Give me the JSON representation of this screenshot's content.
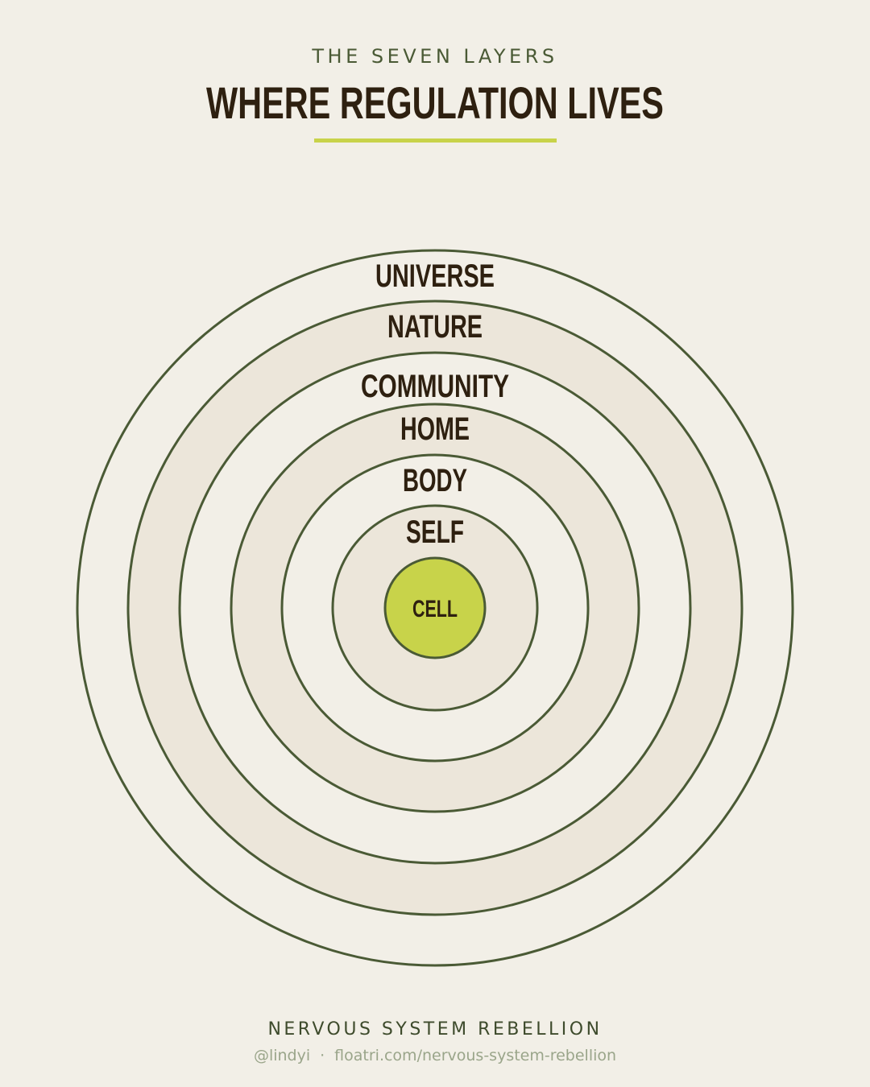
{
  "header": {
    "eyebrow": "THE SEVEN LAYERS",
    "title": "WHERE REGULATION LIVES"
  },
  "diagram": {
    "layers": [
      "UNIVERSE",
      "NATURE",
      "COMMUNITY",
      "HOME",
      "BODY",
      "SELF",
      "CELL"
    ],
    "colors": {
      "ring_stroke": "#4a5a35",
      "band_light": "#f2efe7",
      "band_shaded": "#ece6da",
      "core_fill": "#c8d34a",
      "accent": "#c8d34a"
    }
  },
  "footer": {
    "brand": "NERVOUS SYSTEM REBELLION",
    "handle": "@lindyi",
    "separator": "·",
    "url": "floatri.com/nervous-system-rebellion"
  }
}
